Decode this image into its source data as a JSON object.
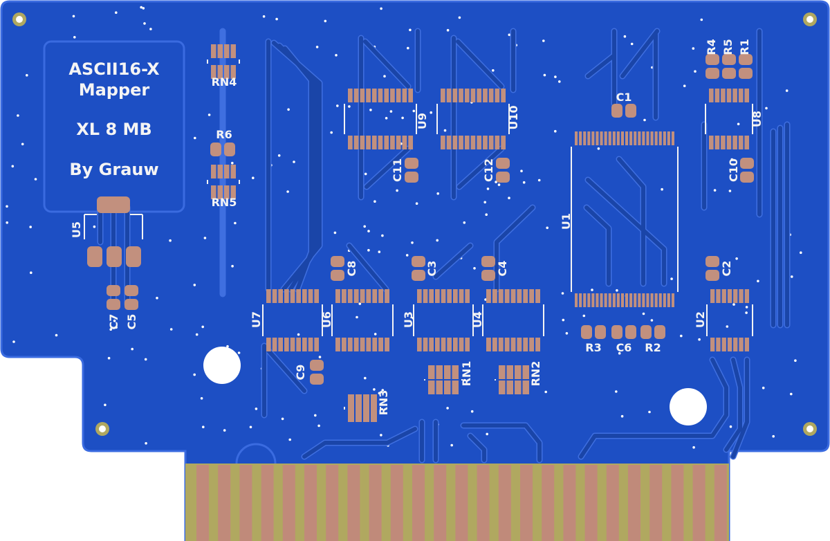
{
  "board": {
    "title_lines": [
      "ASCII16-X",
      "Mapper",
      "XL 8 MB",
      "By Grauw"
    ],
    "colors": {
      "board": "#1d4fc4",
      "board_edge": "#3a6be0",
      "trace": "#1a45a8",
      "pad": "#c2907e",
      "silkscreen": "#f4f4f4",
      "edge_connector": "#b0a860",
      "edge_finger": "#c08a7a",
      "hole": "#ffffff"
    }
  },
  "components": {
    "U1": "U1",
    "U2": "U2",
    "U3": "U3",
    "U4": "U4",
    "U5": "U5",
    "U6": "U6",
    "U7": "U7",
    "U8": "U8",
    "U9": "U9",
    "U10": "U10",
    "C1": "C1",
    "C2": "C2",
    "C3": "C3",
    "C4": "C4",
    "C5": "C5",
    "C6": "C6",
    "C7": "C7",
    "C8": "C8",
    "C9": "C9",
    "C10": "C10",
    "C11": "C11",
    "C12": "C12",
    "R1": "R1",
    "R2": "R2",
    "R3": "R3",
    "R4": "R4",
    "R5": "R5",
    "R6": "R6",
    "RN1": "RN1",
    "RN2": "RN2",
    "RN3": "RN3",
    "RN4": "RN4",
    "RN5": "RN5"
  }
}
